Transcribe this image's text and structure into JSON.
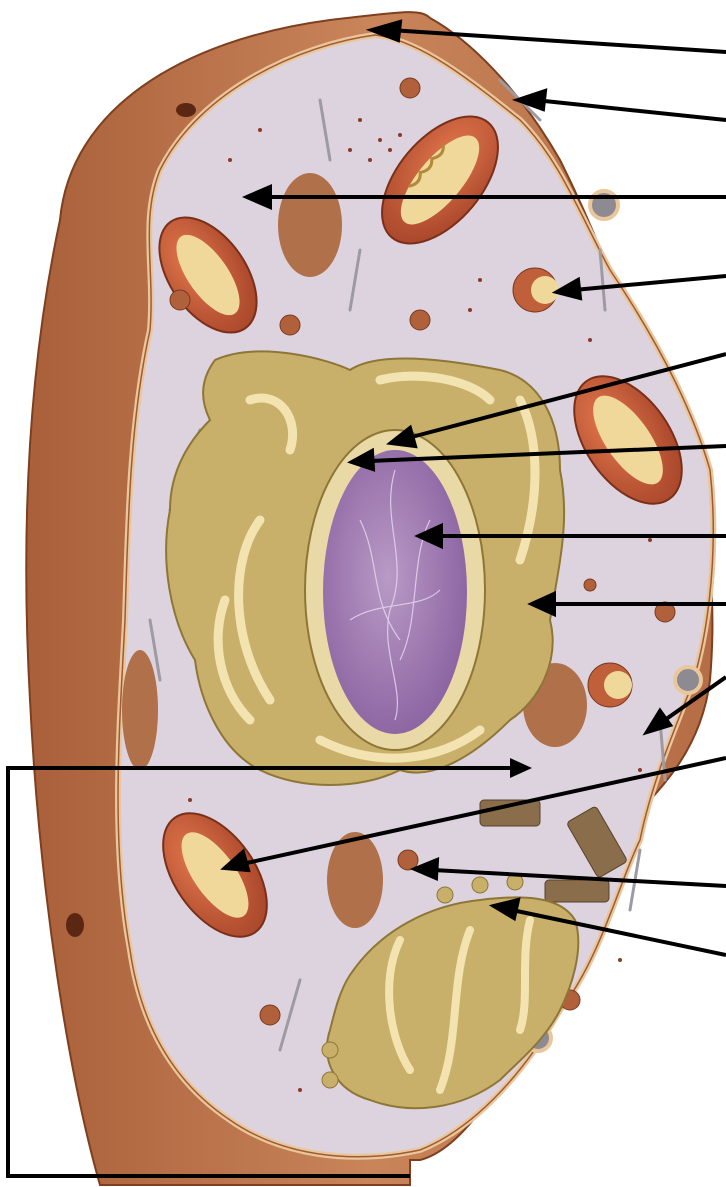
{
  "diagram": {
    "subject": "animal-cell-cross-section",
    "labels": [
      "",
      "",
      "",
      "",
      "",
      "",
      "",
      "",
      "",
      "",
      "",
      "",
      ""
    ],
    "colors": {
      "cell_outer": "#c87a4c",
      "cell_outer_shade": "#9a5530",
      "cell_membrane": "#e9c79a",
      "cytoplasm": "#ddd3df",
      "mitochondrion": "#cc5f3c",
      "mitochondrion_inner": "#f0d89a",
      "golgi_er": "#c9b06a",
      "er_light": "#f2e3b0",
      "nucleus": "#9f7bb0",
      "nucleus_light": "#c7a8cf",
      "vesicle": "#b86a42",
      "arrow": "#000000",
      "line": "#000000"
    },
    "icons": [
      "arrow-pointer",
      "label-bracket-line"
    ]
  }
}
